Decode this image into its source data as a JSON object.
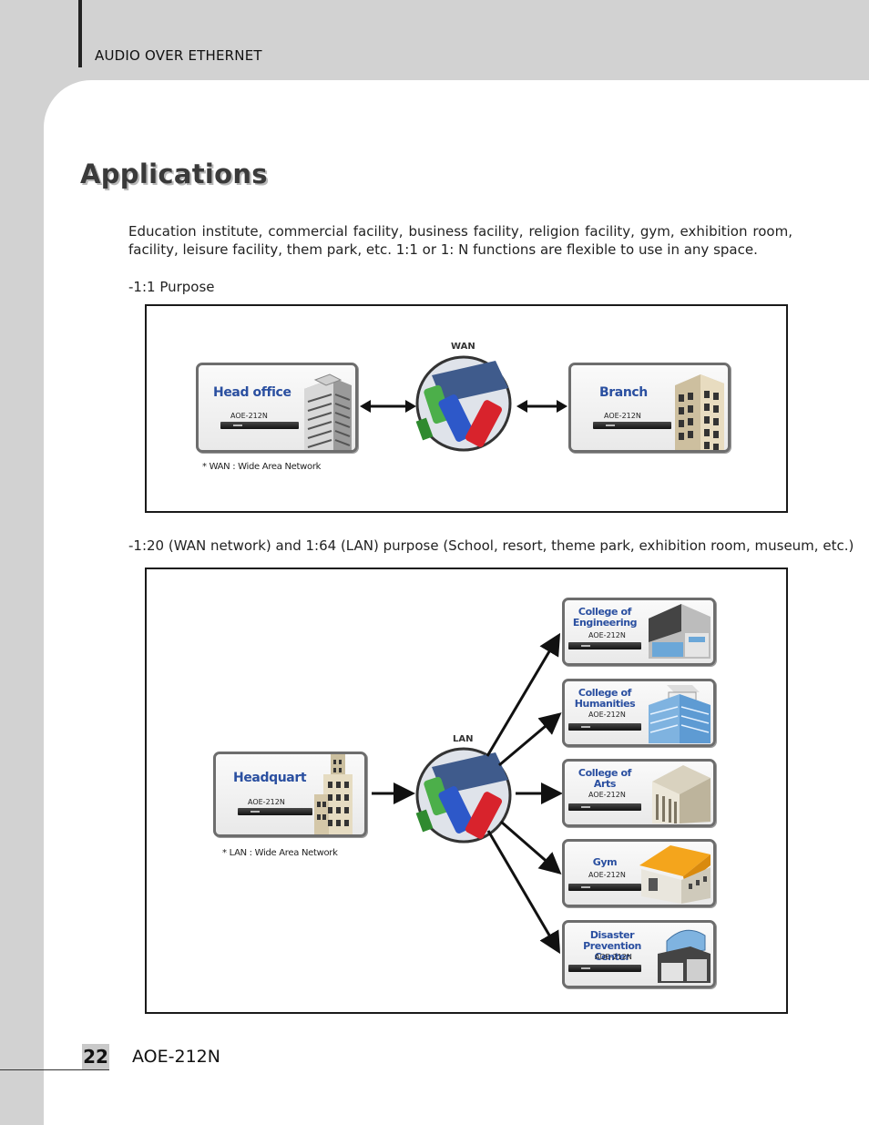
{
  "header": {
    "section": "AUDIO OVER ETHERNET"
  },
  "title": "Applications",
  "intro": "Education institute, commercial facility, business facility, religion facility, gym, exhibition room, facility, leisure facility, them park, etc. 1:1 or 1: N functions are flexible to use in any space.",
  "purpose1": {
    "label": "-1:1 Purpose",
    "network": "WAN",
    "left": {
      "title": "Head office",
      "model": "AOE-212N"
    },
    "right": {
      "title": "Branch",
      "model": "AOE-212N"
    },
    "note": "* WAN : Wide Area Network"
  },
  "purpose2": {
    "label": "-1:20 (WAN network) and 1:64 (LAN) purpose (School, resort, theme park, exhibition room, museum, etc.)",
    "network": "LAN",
    "hq": {
      "title": "Headquart",
      "model": "AOE-212N"
    },
    "note": "* LAN : Wide Area Network",
    "sites": [
      {
        "title": "College of Engineering",
        "model": "AOE-212N"
      },
      {
        "title": "College of Humanities",
        "model": "AOE-212N"
      },
      {
        "title": "College of Arts",
        "model": "AOE-212N"
      },
      {
        "title": "Gym",
        "model": "AOE-212N"
      },
      {
        "title": "Disaster Prevention Center",
        "model": "AOE-212N"
      }
    ]
  },
  "footer": {
    "page": "22",
    "model": "AOE-212N"
  }
}
